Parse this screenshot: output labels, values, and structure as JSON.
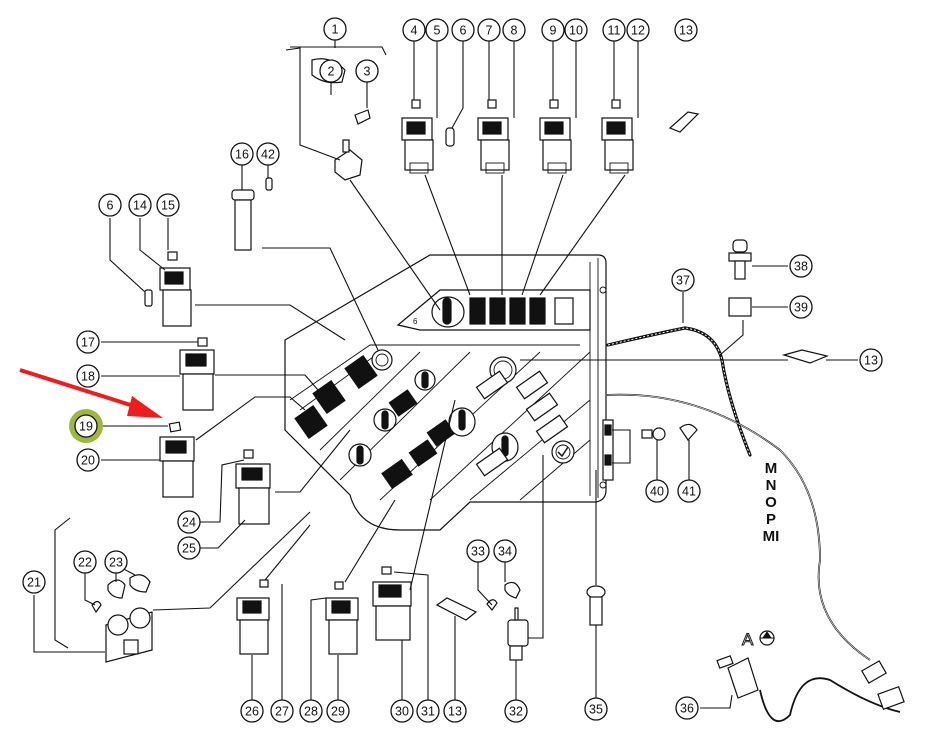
{
  "diagram": {
    "type": "exploded parts diagram",
    "subject": "Dashboard switch / control panel assembly",
    "highlight": {
      "callout": "19",
      "highlight_color": "#9db83a",
      "arrow_color": "#ee1c1c",
      "description": "Red arrow pointing at small lens/cap part 19; callout 19 circled with green highlight"
    },
    "callouts": [
      {
        "id": "c1",
        "label": "1"
      },
      {
        "id": "c2",
        "label": "2"
      },
      {
        "id": "c3",
        "label": "3"
      },
      {
        "id": "c4",
        "label": "4"
      },
      {
        "id": "c5",
        "label": "5"
      },
      {
        "id": "c6a",
        "label": "6"
      },
      {
        "id": "c7",
        "label": "7"
      },
      {
        "id": "c8",
        "label": "8"
      },
      {
        "id": "c9",
        "label": "9"
      },
      {
        "id": "c10",
        "label": "10"
      },
      {
        "id": "c11",
        "label": "11"
      },
      {
        "id": "c12",
        "label": "12"
      },
      {
        "id": "c13a",
        "label": "13"
      },
      {
        "id": "c16",
        "label": "16"
      },
      {
        "id": "c42",
        "label": "42"
      },
      {
        "id": "c6b",
        "label": "6"
      },
      {
        "id": "c14",
        "label": "14"
      },
      {
        "id": "c15",
        "label": "15"
      },
      {
        "id": "c17",
        "label": "17"
      },
      {
        "id": "c18",
        "label": "18"
      },
      {
        "id": "c19",
        "label": "19"
      },
      {
        "id": "c20",
        "label": "20"
      },
      {
        "id": "c24",
        "label": "24"
      },
      {
        "id": "c25",
        "label": "25"
      },
      {
        "id": "c21",
        "label": "21"
      },
      {
        "id": "c22",
        "label": "22"
      },
      {
        "id": "c23",
        "label": "23"
      },
      {
        "id": "c26",
        "label": "26"
      },
      {
        "id": "c27",
        "label": "27"
      },
      {
        "id": "c28",
        "label": "28"
      },
      {
        "id": "c29",
        "label": "29"
      },
      {
        "id": "c30",
        "label": "30"
      },
      {
        "id": "c31",
        "label": "31"
      },
      {
        "id": "c13b",
        "label": "13"
      },
      {
        "id": "c32",
        "label": "32"
      },
      {
        "id": "c33",
        "label": "33"
      },
      {
        "id": "c34",
        "label": "34"
      },
      {
        "id": "c35",
        "label": "35"
      },
      {
        "id": "c36",
        "label": "36"
      },
      {
        "id": "c37",
        "label": "37"
      },
      {
        "id": "c38",
        "label": "38"
      },
      {
        "id": "c39",
        "label": "39"
      },
      {
        "id": "c13c",
        "label": "13"
      },
      {
        "id": "c40",
        "label": "40"
      },
      {
        "id": "c41",
        "label": "41"
      }
    ],
    "connector_codes": [
      "M",
      "N",
      "O",
      "P",
      "MI"
    ],
    "view_marker": {
      "letter": "A",
      "symbol": "view-direction-icon"
    }
  }
}
